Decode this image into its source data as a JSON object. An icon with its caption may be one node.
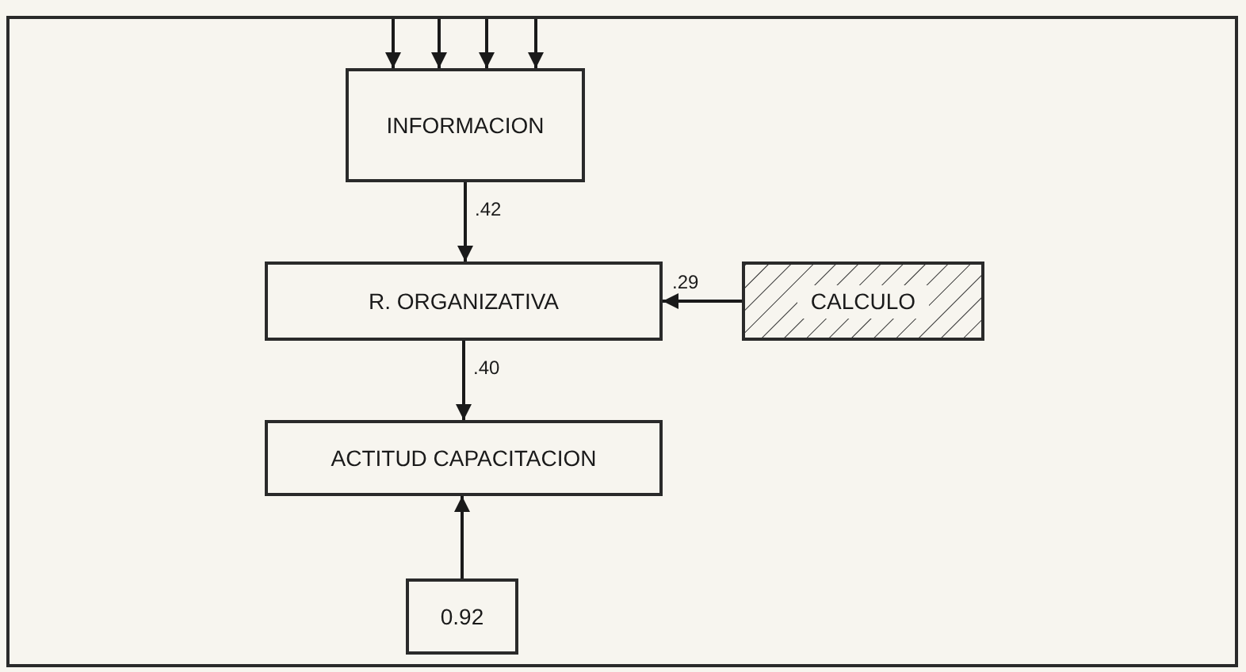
{
  "diagram": {
    "nodes": [
      {
        "text": [
          "INFORMACION"
        ]
      },
      {
        "text": [
          "R. ORGANIZATIVA"
        ]
      },
      {
        "text": [
          "CALCULO"
        ]
      },
      {
        "text": [
          "ACTITUD CAPACITACION"
        ]
      },
      {
        "text": [
          "0.92"
        ]
      }
    ],
    "edges": [
      {
        "from": null,
        "to": 0,
        "arrow": "to"
      },
      {
        "from": null,
        "to": 0,
        "arrow": "to"
      },
      {
        "from": null,
        "to": 0,
        "arrow": "to"
      },
      {
        "from": null,
        "to": 0,
        "arrow": "to"
      },
      {
        "from": 0,
        "to": 1,
        "arrow": "to",
        "label": ".42"
      },
      {
        "from": 2,
        "to": 1,
        "arrow": "to",
        "label": ".29"
      },
      {
        "from": 1,
        "to": 3,
        "arrow": "to",
        "label": ".40"
      },
      {
        "from": 4,
        "to": 3,
        "arrow": "to"
      }
    ]
  }
}
